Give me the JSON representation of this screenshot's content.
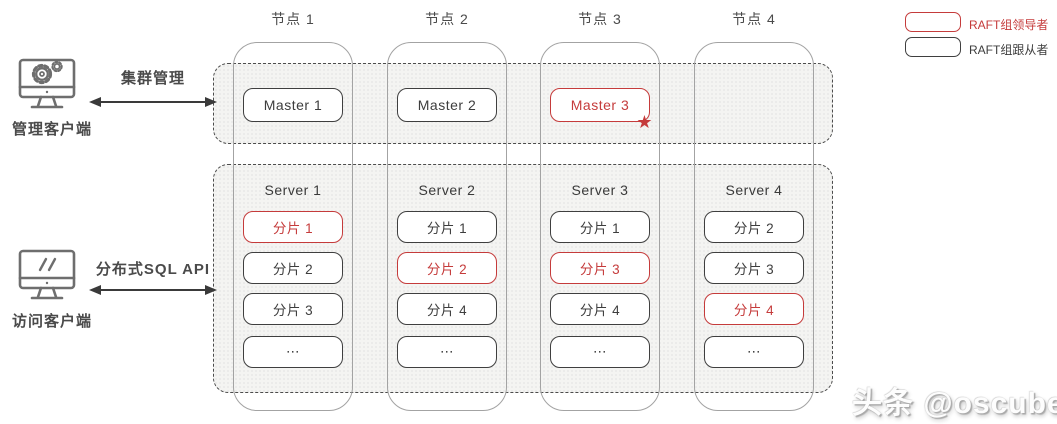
{
  "nodes": [
    "节点 1",
    "节点 2",
    "节点 3",
    "节点 4"
  ],
  "masters": [
    {
      "label": "Master 1",
      "role": "follower"
    },
    {
      "label": "Master 2",
      "role": "follower"
    },
    {
      "label": "Master 3",
      "role": "leader"
    }
  ],
  "servers": [
    {
      "name": "Server 1",
      "shards": [
        {
          "label": "分片 1",
          "role": "leader"
        },
        {
          "label": "分片 2",
          "role": "follower"
        },
        {
          "label": "分片 3",
          "role": "follower"
        },
        {
          "label": "⋯",
          "role": "follower"
        }
      ]
    },
    {
      "name": "Server 2",
      "shards": [
        {
          "label": "分片 1",
          "role": "follower"
        },
        {
          "label": "分片 2",
          "role": "leader"
        },
        {
          "label": "分片 4",
          "role": "follower"
        },
        {
          "label": "⋯",
          "role": "follower"
        }
      ]
    },
    {
      "name": "Server 3",
      "shards": [
        {
          "label": "分片 1",
          "role": "follower"
        },
        {
          "label": "分片 3",
          "role": "leader"
        },
        {
          "label": "分片 4",
          "role": "follower"
        },
        {
          "label": "⋯",
          "role": "follower"
        }
      ]
    },
    {
      "name": "Server 4",
      "shards": [
        {
          "label": "分片 2",
          "role": "follower"
        },
        {
          "label": "分片 3",
          "role": "follower"
        },
        {
          "label": "分片 4",
          "role": "leader"
        },
        {
          "label": "⋯",
          "role": "follower"
        }
      ]
    }
  ],
  "clients": {
    "admin": {
      "label": "管理客户端",
      "channel_label": "集群管理"
    },
    "access": {
      "label": "访问客户端",
      "channel_label": "分布式SQL API"
    }
  },
  "legend": {
    "leader_label": "RAFT组领导者",
    "follower_label": "RAFT组跟从者"
  },
  "icons": {
    "leader_star": "★"
  },
  "colors": {
    "leader_red": "#c53b3b",
    "follower_dark": "#3f3f3f"
  },
  "watermark": "头条 @oscube"
}
